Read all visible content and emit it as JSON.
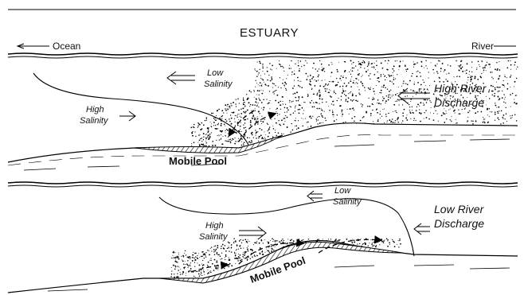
{
  "title": "ESTUARY",
  "ocean_label": "Ocean",
  "river_label": "River",
  "top_panel": {
    "low_salinity": [
      "Low",
      "Salinity"
    ],
    "high_salinity": [
      "High",
      "Salinity"
    ],
    "discharge": [
      "High River",
      "Discharge"
    ],
    "mobile_pool": "Mobile Pool"
  },
  "bottom_panel": {
    "low_salinity": [
      "Low",
      "Salinity"
    ],
    "high_salinity": [
      "High",
      "Salinity"
    ],
    "discharge": [
      "Low River",
      "Discharge"
    ],
    "mobile_pool": "Mobile Pool"
  }
}
